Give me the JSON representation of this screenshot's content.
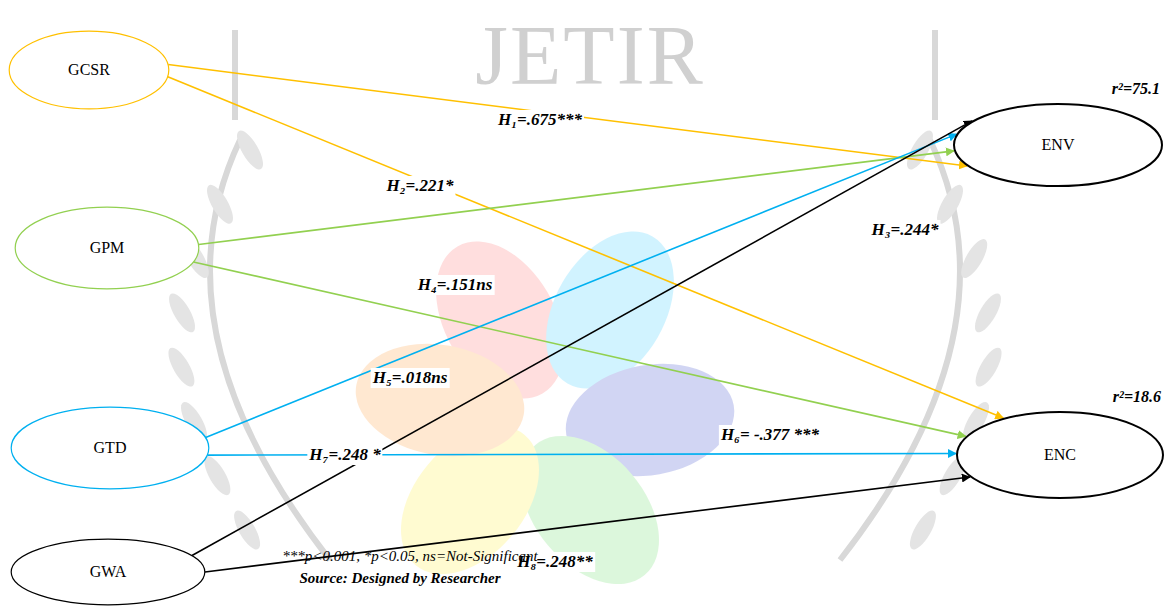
{
  "diagram": {
    "nodes": [
      {
        "text": [
          "GCSR"
        ]
      },
      {
        "text": [
          "GPM"
        ]
      },
      {
        "text": [
          "GTD"
        ]
      },
      {
        "text": [
          "GWA"
        ]
      },
      {
        "text": [
          "r²=75.1",
          "ENV"
        ]
      },
      {
        "text": [
          "r²=18.6",
          "ENC"
        ]
      }
    ],
    "edges": [
      {
        "from": 0,
        "to": 4,
        "arrow": "to",
        "label": "H₁=.675***"
      },
      {
        "from": 0,
        "to": 5,
        "arrow": "to",
        "label": "H₂=.221*"
      },
      {
        "from": 1,
        "to": 4,
        "arrow": "to",
        "label": "H₃=.244*"
      },
      {
        "from": 1,
        "to": 5,
        "arrow": "to",
        "label": "H₄=.151ns"
      },
      {
        "from": 2,
        "to": 4,
        "arrow": "to",
        "label": "H₅=.018ns"
      },
      {
        "from": 2,
        "to": 5,
        "arrow": "to",
        "label": "H₆= -.377 ***"
      },
      {
        "from": 3,
        "to": 4,
        "arrow": "to",
        "label": "H₇=.248 *"
      },
      {
        "from": 3,
        "to": 5,
        "arrow": "to",
        "label": "H₈=.248**"
      }
    ],
    "labels": [
      "JETIR",
      "***p<0.001, *p<0.05, ns=Not-Significant",
      "Source: Designed by Researcher"
    ]
  }
}
